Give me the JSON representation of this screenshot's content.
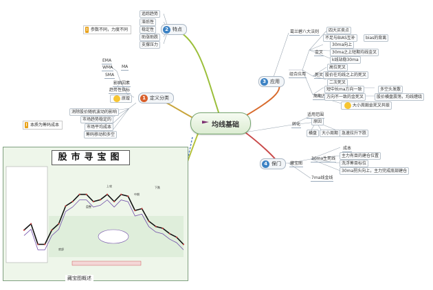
{
  "center": {
    "label": "均线基础"
  },
  "branches": {
    "tedian": {
      "label": "特点",
      "icon": "number-2-icon",
      "note": "参数不同，力度不同",
      "items": [
        "追踪趋势",
        "滞后性",
        "稳定性",
        "助涨助跌",
        "支撑压力"
      ]
    },
    "dingyi": {
      "label": "定义分类",
      "icon": "number-1-icon",
      "note": "本质为筹码成本",
      "types": [
        "EMA",
        "WMA",
        "SMA"
      ],
      "ma": "MA",
      "influence": "影响因素",
      "trend": "趋势性指标",
      "yuanli": "原理",
      "defs": [
        "消除股价随机波动的影响",
        "市场趋势稳定的",
        "市场平均成本",
        "筹码移动和多空"
      ]
    },
    "yingyong": {
      "label": "应用",
      "icon": "number-3-icon",
      "rule": "葛兰碧八大法则",
      "rule_items": [
        "四大买卖点",
        "不足与BIAS互补",
        "bias的背离"
      ],
      "zuhe": "组合应用",
      "jincha": "金叉",
      "jincha_items": [
        "30ma向上",
        "30ma之上短期均线金叉",
        "k线站稳30ma"
      ],
      "sicha": "死叉",
      "sicha_items": [
        "高位死叉",
        "股价在均线之上的死叉",
        "二次死叉"
      ],
      "zhouqi": "周期方向",
      "zhouqi_items": [
        "短中长ma方向一致",
        "方向不一致的金死叉"
      ],
      "zhouqi_sub": [
        "多空头发散",
        "股价横盘震荡，均线缠绕"
      ],
      "zhouqi_last": "大小周期金死叉共振"
    },
    "zhuanhua": {
      "label": "转化",
      "scope": "适用范围",
      "yuanyin": "原因",
      "children": [
        "横盘",
        "大小周期",
        "急速拉升下跌"
      ]
    },
    "baomen": {
      "label": "保门",
      "icon": "number-4-icon",
      "root": "藏宝图",
      "ma30": "30ma生死线",
      "ma30_items": [
        "成本",
        "主力有目的建仓位置",
        "洗浮筹目标位",
        "30ma拐头向上，主力完成底部建仓"
      ],
      "ma7": "7ma线金线"
    }
  },
  "chart": {
    "title": "股市寻宝图",
    "caption": "藏宝图概述",
    "tags": [
      "上攻",
      "中期",
      "下跌",
      "底部",
      "盘整"
    ],
    "colors": {
      "line": "#111111",
      "accent": "#c23b3b",
      "band": "#d6e9d0",
      "arrow": "#6f4ba8"
    }
  },
  "chart_data": {
    "type": "line",
    "title": "股市寻宝图",
    "series": [
      {
        "values": [
          0.62,
          0.55,
          0.78,
          0.78,
          0.62,
          0.55,
          0.35,
          0.3,
          0.22,
          0.22,
          0.3,
          0.28,
          0.22,
          0.3,
          0.22,
          0.24,
          0.4,
          0.38,
          0.52,
          0.58,
          0.6,
          0.66,
          0.7,
          0.78
        ]
      }
    ]
  }
}
